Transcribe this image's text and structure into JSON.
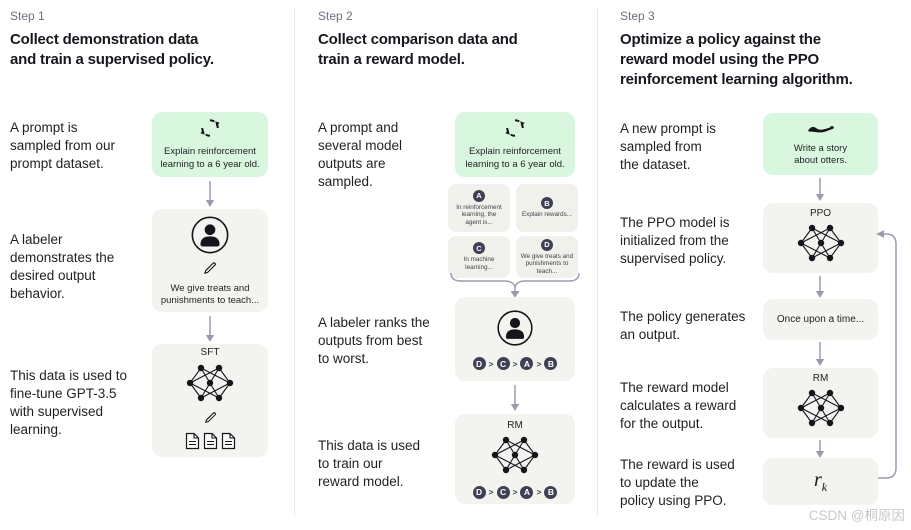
{
  "watermark": "CSDN @桐原因",
  "rank_sep": ">",
  "colors": {
    "green_box": "#d9f6de",
    "gray_box": "#f3f3ef",
    "mini_box": "#f1f1ec",
    "chip": "#3e4154",
    "arrow": "#9b9bb0",
    "text": "#1f2023",
    "muted": "#6f6f7e",
    "divider": "#ebebe8",
    "watermark_color": "#c9c9c9"
  },
  "icons": {
    "sample": "refresh-cycle-icon",
    "labeler": "person-icon",
    "write": "pen-icon",
    "documents": "document-icon",
    "network": "neural-network-icon",
    "otter": "otter-icon"
  },
  "step1": {
    "label": "Step 1",
    "title": "Collect demonstration data\nand train a supervised policy.",
    "text_prompt": "A prompt is\nsampled from our\nprompt dataset.",
    "prompt_caption": "Explain reinforcement\nlearning to a 6 year old.",
    "text_labeler": "A labeler\ndemonstrates the\ndesired output\nbehavior.",
    "labeler_caption": "We give treats and\npunishments to teach...",
    "text_sft": "This data is used to\nfine-tune GPT-3.5\nwith supervised\nlearning.",
    "sft_label": "SFT"
  },
  "step2": {
    "label": "Step 2",
    "title": "Collect comparison data and\ntrain a reward model.",
    "text_prompt": "A prompt and\nseveral model\noutputs are\nsampled.",
    "prompt_caption": "Explain reinforcement\nlearning to a 6 year old.",
    "outputs": [
      {
        "id": "A",
        "text": "In reinforcement\nlearning, the\nagent is..."
      },
      {
        "id": "B",
        "text": "Explain rewards..."
      },
      {
        "id": "C",
        "text": "In machine\nlearning..."
      },
      {
        "id": "D",
        "text": "We give treats and\npunishments to\nteach..."
      }
    ],
    "text_rank": "A labeler ranks the\noutputs from best\nto worst.",
    "ranking": [
      "D",
      "C",
      "A",
      "B"
    ],
    "text_rm": "This data is used\nto train our\nreward model.",
    "rm_label": "RM"
  },
  "step3": {
    "label": "Step 3",
    "title": "Optimize a policy against the\nreward model using the PPO\nreinforcement learning algorithm.",
    "text_prompt": "A new prompt is\nsampled from\nthe dataset.",
    "prompt_caption": "Write a story\nabout otters.",
    "text_ppo": "The PPO model is\ninitialized from the\nsupervised policy.",
    "ppo_label": "PPO",
    "text_output": "The policy generates\nan output.",
    "output_caption": "Once upon a time...",
    "text_reward": "The reward model\ncalculates a reward\nfor the output.",
    "rm_label": "RM",
    "text_update": "The reward is used\nto update the\npolicy using PPO.",
    "reward_base": "r",
    "reward_sub": "k"
  }
}
